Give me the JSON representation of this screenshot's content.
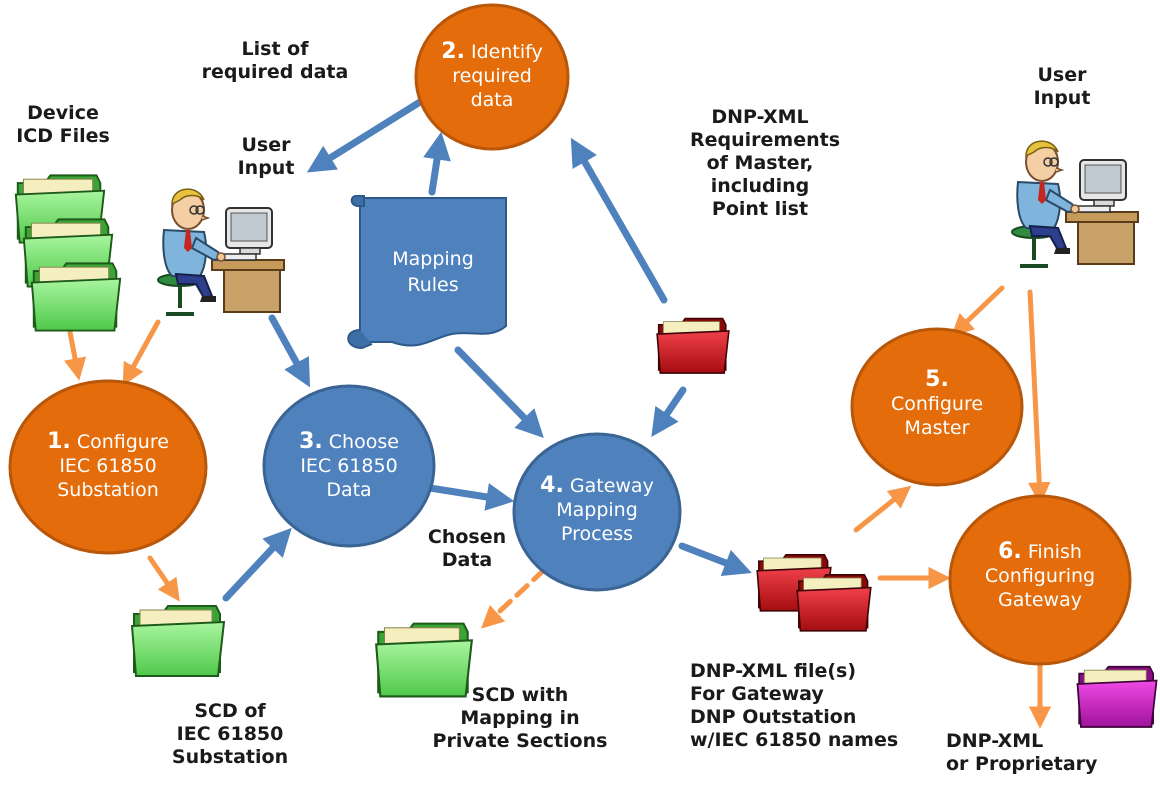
{
  "nodes": {
    "n1": {
      "num": "1.",
      "line1": "Configure",
      "line2": "IEC 61850",
      "line3": "Substation"
    },
    "n2": {
      "num": "2.",
      "line1": "Identify",
      "line2": "required",
      "line3": "data"
    },
    "n3": {
      "num": "3.",
      "line1": "Choose",
      "line2": "IEC 61850",
      "line3": "Data"
    },
    "n4": {
      "num": "4.",
      "line1": "Gateway",
      "line2": "Mapping",
      "line3": "Process"
    },
    "n5": {
      "num": "5.",
      "line1": "Configure",
      "line2": "Master"
    },
    "n6": {
      "num": "6.",
      "line1": "Finish",
      "line2": "Configuring",
      "line3": "Gateway"
    }
  },
  "scroll": {
    "line1": "Mapping",
    "line2": "Rules"
  },
  "labels": {
    "device_icd": {
      "line1": "Device",
      "line2": "ICD Files"
    },
    "list_required": {
      "line1": "List of",
      "line2": "required data"
    },
    "user_input_left": {
      "line1": "User",
      "line2": "Input"
    },
    "user_input_right": {
      "line1": "User",
      "line2": "Input"
    },
    "dnp_xml_req": {
      "line1": "DNP-XML",
      "line2": "Requirements",
      "line3": "of Master,",
      "line4": "including",
      "line5": "Point list"
    },
    "chosen_data": {
      "line1": "Chosen",
      "line2": "Data"
    },
    "scd_substation": {
      "line1": "SCD of",
      "line2": "IEC 61850",
      "line3": "Substation"
    },
    "scd_mapping": {
      "line1": "SCD with",
      "line2": "Mapping in",
      "line3": "Private Sections"
    },
    "dnp_xml_files": {
      "line1": "DNP-XML file(s)",
      "line2": "For Gateway",
      "line3": "DNP Outstation",
      "line4": "w/IEC 61850 names"
    },
    "dnp_xml_prop": {
      "line1": "DNP-XML",
      "line2": "or Proprietary"
    }
  },
  "colors": {
    "orange_node": "#e46c0a",
    "blue_node": "#4f81bd",
    "orange_arrow": "#f79646",
    "blue_arrow": "#4f81bd",
    "green_folder": "#7fe37a",
    "red_folder": "#d9161a",
    "magenta_folder": "#d323c9"
  },
  "icons": [
    "person-at-computer-icon",
    "green-folder-icon",
    "red-folder-icon",
    "magenta-folder-icon",
    "scroll-icon"
  ]
}
